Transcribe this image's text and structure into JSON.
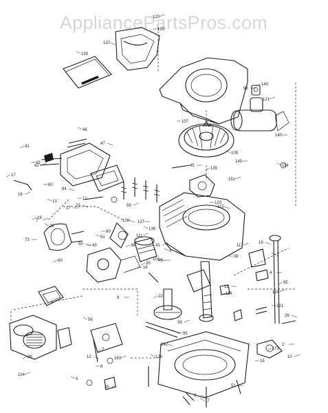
{
  "watermark": "AppliancePartsPros.com",
  "labels": [
    "120",
    "129",
    "137",
    "130",
    "98",
    "140",
    "121",
    "107",
    "106",
    "105",
    "145",
    "41",
    "42",
    "43",
    "47",
    "48",
    "45",
    "135",
    "151",
    "123",
    "115",
    "114",
    "140",
    "17",
    "19",
    "60",
    "84",
    "13",
    "17",
    "16",
    "7",
    "12",
    "23",
    "22",
    "73",
    "60",
    "59",
    "80",
    "108",
    "136",
    "127",
    "38",
    "41",
    "43",
    "50",
    "51",
    "49",
    "35",
    "111",
    "16",
    "119",
    "4",
    "11",
    "116",
    "117",
    "38",
    "19",
    "7",
    "4",
    "95",
    "124",
    "121",
    "26",
    "56",
    "8",
    "22",
    "39",
    "95",
    "142",
    "126",
    "2",
    "171",
    "10",
    "15",
    "3",
    "17",
    "51",
    "7",
    "163",
    "6",
    "12",
    "3",
    "29",
    "26",
    "104"
  ],
  "colors": {
    "ink": "#1a1a1a",
    "watermark": "#d6d6d6",
    "background": "#ffffff"
  }
}
